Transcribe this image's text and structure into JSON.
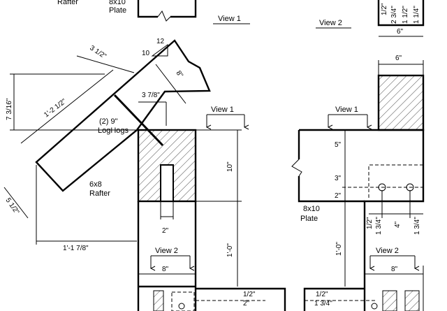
{
  "labels": {
    "rafter_top": "Rafter",
    "plate_top_size": "8x10",
    "plate_top": "Plate",
    "view1_top": "View 1",
    "view2_top": "View 2",
    "pitch_rise": "12",
    "pitch_run": "10",
    "dim_3_1_2": "3 1/2\"",
    "dim_8_rafter": "8\"",
    "dim_7_3_16": "7 3/16\"",
    "dim_1_2_1_2": "1'-2 1/2\"",
    "dim_3_7_8": "3 7/8\"",
    "loghogs_qty": "(2) 9\"",
    "loghogs": "LogHogs",
    "view1_mid": "View 1",
    "rafter_size": "6x8",
    "rafter": "Rafter",
    "dim_10": "10\"",
    "dim_5_1_2": "5 1/2\"",
    "dim_2": "2\"",
    "dim_1_1_7_8": "1'-1 7/8\"",
    "dim_1_0_left": "1'-0\"",
    "view2_bottom_left": "View 2",
    "dim_8_bottom": "8\"",
    "dim_1_2_bottom": "1/2\"",
    "dim_2_bottom": "2\"",
    "view2_top_right_dims": [
      "1/2\"",
      "2 3/4\"",
      "1 1/2\"",
      "1 1/4\""
    ],
    "dim_6_top": "6\"",
    "dim_6_post": "6\"",
    "view1_right": "View 1",
    "dim_5": "5\"",
    "dim_3": "3\"",
    "dim_2_right": "2\"",
    "plate_right_size": "8x10",
    "plate_right": "Plate",
    "dim_1_0_right": "1'-0\"",
    "dim_right_vert": [
      "1/2\"",
      "1 3/4\"",
      "4\"",
      "1 3/4\""
    ],
    "view2_right": "View 2",
    "dim_8_right": "8\"",
    "dim_bottom_mid": [
      "1/2\"",
      "1 3/4\""
    ]
  }
}
